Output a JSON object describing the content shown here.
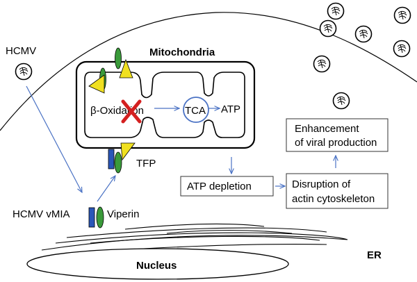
{
  "labels": {
    "hcmv": "HCMV",
    "mitochondria": "Mitochondria",
    "beta_oxidation": "β-Oxidation",
    "tca": "TCA",
    "atp": "ATP",
    "tfp": "TFP",
    "hcmv_vmia": "HCMV vMIA",
    "viperin": "Viperin",
    "er": "ER",
    "nucleus": "Nucleus"
  },
  "boxes": {
    "enhancement_line1": "Enhancement",
    "enhancement_line2": "of viral production",
    "atp_depletion": "ATP depletion",
    "disruption_line1": "Disruption of",
    "disruption_line2": "actin cytoskeleton"
  },
  "colors": {
    "arrow": "#4a72c4",
    "tca_ring": "#4a72c4",
    "block_x": "#d42020",
    "green_protein": "#3a9a3a",
    "yellow_protein": "#f0e020",
    "blue_protein": "#2a56b8"
  },
  "icons": {
    "virion": "virus-particle-icon",
    "block": "red-x-inhibition-icon"
  }
}
